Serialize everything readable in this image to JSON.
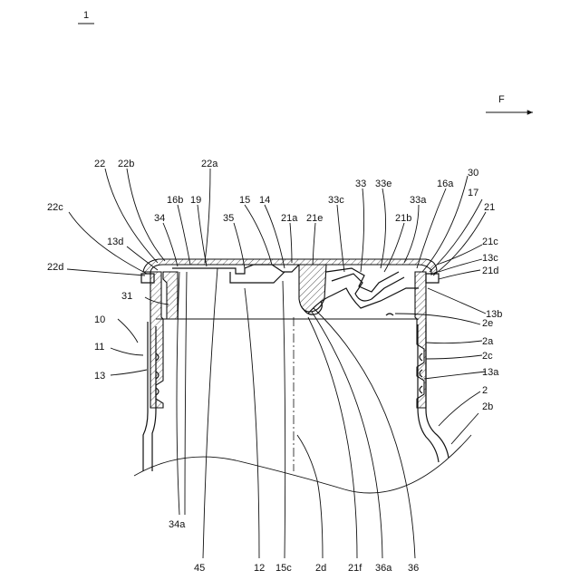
{
  "figure": {
    "figure_number": "1",
    "direction_label": "F",
    "labels": {
      "l22": "22",
      "l22b": "22b",
      "l22a": "22a",
      "l22c": "22c",
      "l22d": "22d",
      "l13d": "13d",
      "l16b": "16b",
      "l19": "19",
      "l15": "15",
      "l14": "14",
      "l34": "34",
      "l35": "35",
      "l21a": "21a",
      "l21e": "21e",
      "l33c": "33c",
      "l33": "33",
      "l33e": "33e",
      "l33a": "33a",
      "l16a": "16a",
      "l30": "30",
      "l17": "17",
      "l21": "21",
      "l21b": "21b",
      "l21c": "21c",
      "l13c": "13c",
      "l21d": "21d",
      "l31": "31",
      "l10": "10",
      "l11": "11",
      "l13": "13",
      "l13b": "13b",
      "l2e": "2e",
      "l2a": "2a",
      "l2c": "2c",
      "l13a": "13a",
      "l2": "2",
      "l2b": "2b",
      "l34a": "34a",
      "l45": "45",
      "l12": "12",
      "l15c": "15c",
      "l2d": "2d",
      "l21f": "21f",
      "l36a": "36a",
      "l36": "36"
    }
  }
}
